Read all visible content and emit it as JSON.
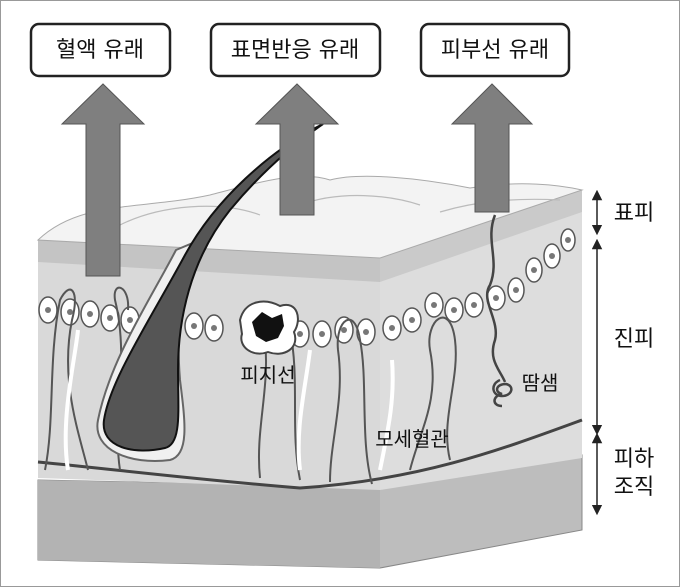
{
  "sources": {
    "blood": "혈액 유래",
    "surface": "표면반응 유래",
    "gland": "피부선 유래"
  },
  "structures": {
    "sebaceous_gland": "피지선",
    "sweat_gland": "땀샘",
    "capillary": "모세혈관"
  },
  "layers": {
    "epidermis": "표피",
    "dermis": "진피",
    "subcutis_line1": "피하",
    "subcutis_line2": "조직"
  },
  "colors": {
    "arrow": "#7f7f7f",
    "hair": "#555555",
    "skin_surface": "#f2f2f2",
    "dermis_front": "#d9d9d9",
    "dermis_side": "#dcdcdc",
    "subcutis": "#bdbdbd",
    "line": "#333333"
  }
}
